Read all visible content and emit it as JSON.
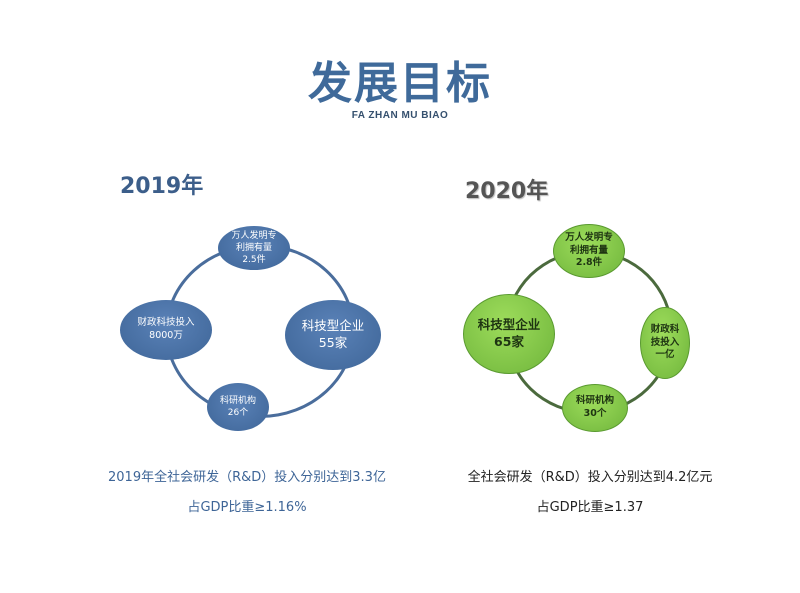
{
  "title": "发展目标",
  "subtitle": "FA ZHAN MU BIAO",
  "left": {
    "year": "2019年",
    "nodes": {
      "top": [
        "万人发明专",
        "利拥有量",
        "2.5件"
      ],
      "left": [
        "财政科技投入",
        "8000万"
      ],
      "right": [
        "科技型企业",
        "55家"
      ],
      "bottom": [
        "科研机构",
        "26个"
      ]
    },
    "caption_line1": "2019年全社会研发（R&D）投入分别达到3.3亿",
    "caption_line2": "占GDP比重≥1.16%"
  },
  "right": {
    "year": "2020年",
    "nodes": {
      "top": [
        "万人发明专",
        "利拥有量",
        "2.8件"
      ],
      "left": [
        "科技型企业",
        "65家"
      ],
      "right": [
        "财政科",
        "技投入",
        "一亿"
      ],
      "bottom": [
        "科研机构",
        "30个"
      ]
    },
    "caption_line1": "全社会研发（R&D）投入分别达到4.2亿元",
    "caption_line2": "占GDP比重≥1.37"
  },
  "colors": {
    "title": "#3f6a9a",
    "blue_node": "#4a6fa5",
    "green_node": "#7dc544",
    "ring_left": "#4a6d9c",
    "ring_right": "#4b6a3d"
  }
}
